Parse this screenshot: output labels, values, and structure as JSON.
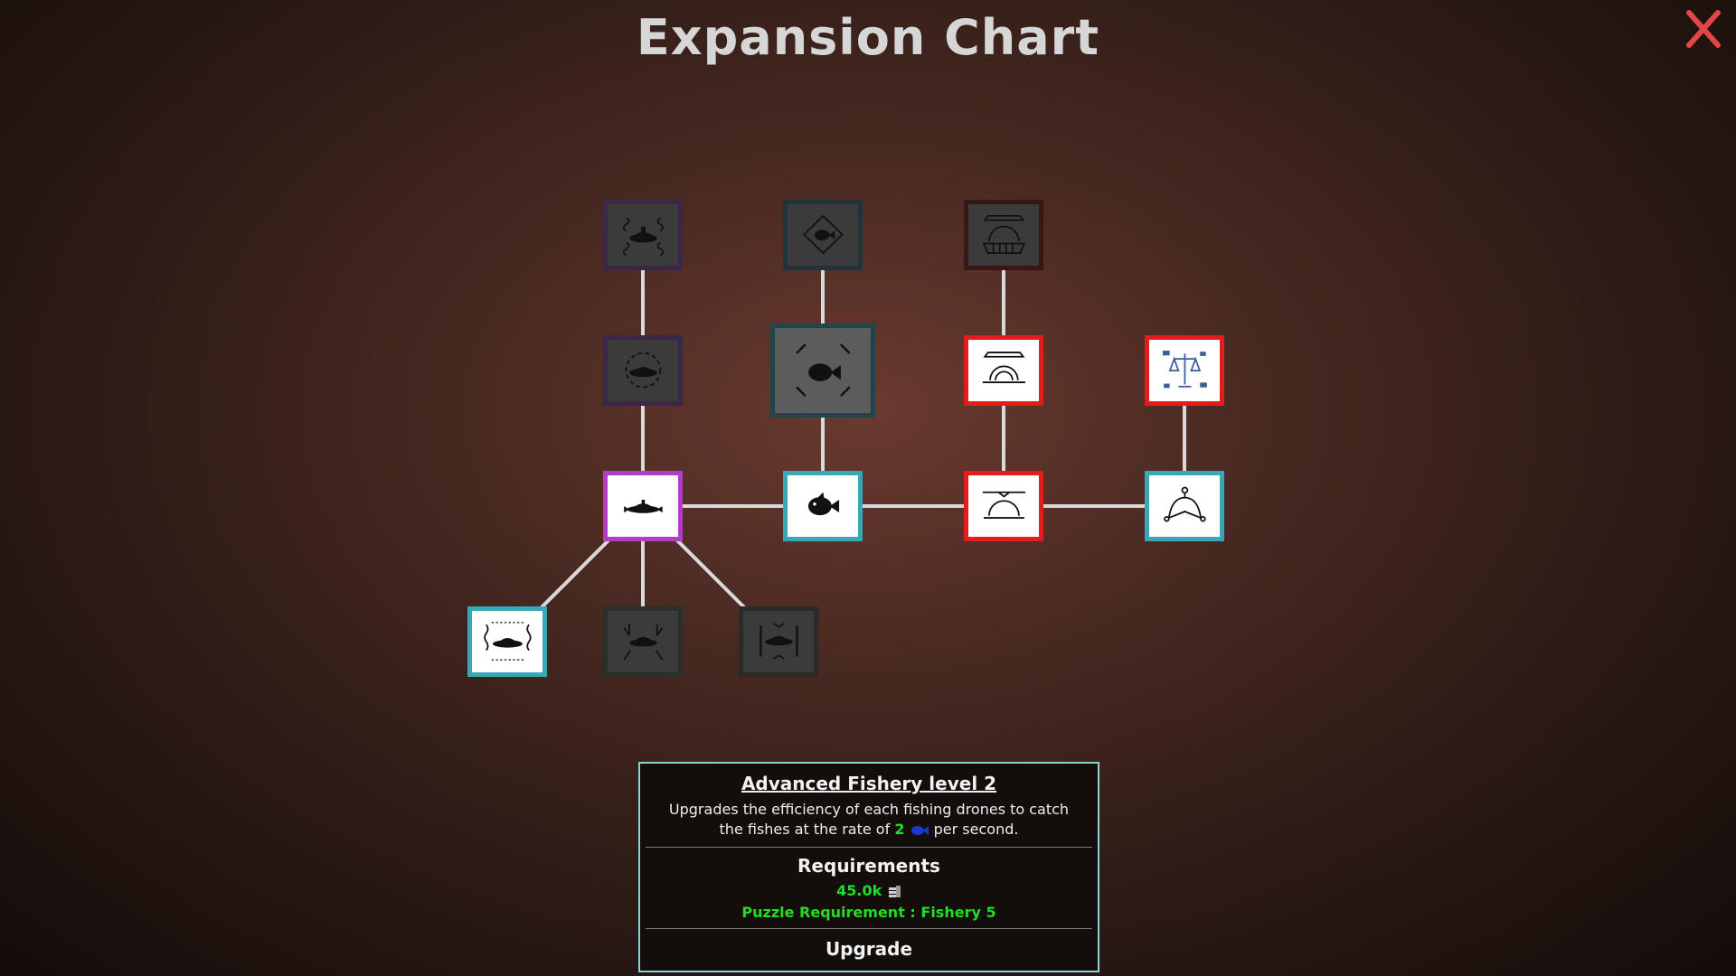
{
  "title": "Expansion Chart",
  "colors": {
    "close": "#e04848",
    "link": "#d9d9d9",
    "cyan_border": "#38a7b6",
    "red_border": "#e31d1d",
    "purple_border": "#b23cc4",
    "green_text": "#22dd22"
  },
  "nodes": [
    {
      "id": "n-purple-top",
      "icon": "sub-ornate-icon",
      "state": "locked",
      "border": "#3b2748"
    },
    {
      "id": "n-fish-top",
      "icon": "fish-diamond-icon",
      "state": "locked",
      "border": "#21343b"
    },
    {
      "id": "n-dome-top",
      "icon": "dome-grill-icon",
      "state": "locked",
      "border": "#3a1616"
    },
    {
      "id": "n-purple-mid",
      "icon": "sub-gear-icon",
      "state": "locked",
      "border": "#3b2748"
    },
    {
      "id": "n-fish-mid",
      "icon": "fish-frame-icon",
      "state": "locked",
      "border": "#21454c"
    },
    {
      "id": "n-dome-mid",
      "icon": "dome-sensor-icon",
      "state": "open",
      "border": "#e31d1d"
    },
    {
      "id": "n-scales",
      "icon": "scales-icon",
      "state": "open",
      "border": "#e31d1d"
    },
    {
      "id": "n-sub-main",
      "icon": "submarine-icon",
      "state": "open",
      "border": "#b23cc4"
    },
    {
      "id": "n-fish-main",
      "icon": "fish-icon",
      "state": "open",
      "border": "#38a7b6"
    },
    {
      "id": "n-dome-main",
      "icon": "dome-icon",
      "state": "open",
      "border": "#e31d1d"
    },
    {
      "id": "n-network",
      "icon": "network-dome-icon",
      "state": "open",
      "border": "#38a7b6"
    },
    {
      "id": "n-sub-waves",
      "icon": "sub-waves-icon",
      "state": "open",
      "border": "#38a7b6"
    },
    {
      "id": "n-sub-coral",
      "icon": "sub-coral-icon",
      "state": "locked",
      "border": "#283029"
    },
    {
      "id": "n-sub-bars",
      "icon": "sub-bars-icon",
      "state": "locked",
      "border": "#2b2a26"
    }
  ],
  "info": {
    "heading": "Advanced Fishery level 2",
    "desc_before": "Upgrades the efficiency of each fishing drones to catch the fishes at the rate of",
    "rate": "2",
    "fish_icon": "blue-fish-icon",
    "desc_after": "per second.",
    "requirements_label": "Requirements",
    "cost": "45.0k",
    "coin_icon": "coin-stack-icon",
    "puzzle_requirement": "Puzzle Requirement : Fishery 5",
    "upgrade_label": "Upgrade"
  }
}
